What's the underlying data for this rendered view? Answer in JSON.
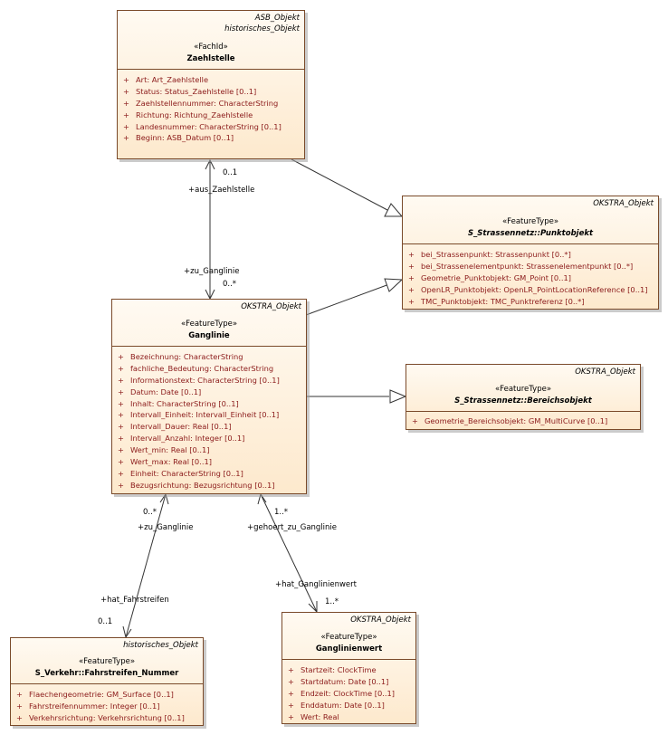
{
  "classes": {
    "zaehlstelle": {
      "package": "ASB_Objekt",
      "package2": "historisches_Objekt",
      "stereotype": "«FachId»",
      "name": "Zaehlstelle",
      "attributes": [
        "Art: Art_Zaehlstelle",
        "Status: Status_Zaehlstelle [0..1]",
        "Zaehlstellennummer: CharacterString",
        "Richtung: Richtung_Zaehlstelle",
        "Landesnummer: CharacterString [0..1]",
        "Beginn: ASB_Datum [0..1]"
      ]
    },
    "punktobjekt": {
      "package": "OKSTRA_Objekt",
      "stereotype": "«FeatureType»",
      "name": "S_Strassennetz::Punktobjekt",
      "attributes": [
        "bei_Strassenpunkt: Strassenpunkt [0..*]",
        "bei_Strassenelementpunkt: Strassenelementpunkt [0..*]",
        "Geometrie_Punktobjekt: GM_Point [0..1]",
        "OpenLR_Punktobjekt: OpenLR_PointLocationReference [0..1]",
        "TMC_Punktobjekt: TMC_Punktreferenz [0..*]"
      ]
    },
    "ganglinie": {
      "package": "OKSTRA_Objekt",
      "stereotype": "«FeatureType»",
      "name": "Ganglinie",
      "attributes": [
        "Bezeichnung: CharacterString",
        "fachliche_Bedeutung: CharacterString",
        "Informationstext: CharacterString [0..1]",
        "Datum: Date [0..1]",
        "Inhalt: CharacterString [0..1]",
        "Intervall_Einheit: Intervall_Einheit [0..1]",
        "Intervall_Dauer: Real [0..1]",
        "Intervall_Anzahl: Integer [0..1]",
        "Wert_min: Real [0..1]",
        "Wert_max: Real [0..1]",
        "Einheit: CharacterString [0..1]",
        "Bezugsrichtung: Bezugsrichtung [0..1]"
      ]
    },
    "bereichsobjekt": {
      "package": "OKSTRA_Objekt",
      "stereotype": "«FeatureType»",
      "name": "S_Strassennetz::Bereichsobjekt",
      "attributes": [
        "Geometrie_Bereichsobjekt: GM_MultiCurve [0..1]"
      ]
    },
    "fahrstreifen": {
      "package": "historisches_Objekt",
      "stereotype": "«FeatureType»",
      "name": "S_Verkehr::Fahrstreifen_Nummer",
      "attributes": [
        "Flaechengeometrie: GM_Surface [0..1]",
        "Fahrstreifennummer: Integer [0..1]",
        "Verkehrsrichtung: Verkehrsrichtung [0..1]"
      ]
    },
    "ganglinienwert": {
      "package": "OKSTRA_Objekt",
      "stereotype": "«FeatureType»",
      "name": "Ganglinienwert",
      "attributes": [
        "Startzeit: ClockTime",
        "Startdatum: Date [0..1]",
        "Endzeit: ClockTime [0..1]",
        "Enddatum: Date [0..1]",
        "Wert: Real"
      ]
    }
  },
  "visibility_symbol": "+",
  "associations": {
    "zs_ganglinie": {
      "role_top": "+aus_Zaehlstelle",
      "mult_top": "0..1",
      "role_bottom": "+zu_Ganglinie",
      "mult_bottom": "0..*"
    },
    "fahrstreifen_ganglinie": {
      "role_top": "+zu_Ganglinie",
      "mult_top": "0..*",
      "role_bottom": "+hat_Fahrstreifen",
      "mult_bottom": "0..1"
    },
    "wert_ganglinie": {
      "role_top": "+gehoert_zu_Ganglinie",
      "mult_top": "1..*",
      "role_bottom": "+hat_Ganglinienwert",
      "mult_bottom": "1..*"
    }
  },
  "colors": {
    "border": "#7a4a2a",
    "attribute_text": "#8b1a1a",
    "fill_top": "#fffaf2",
    "fill_bottom": "#fde9cd"
  }
}
